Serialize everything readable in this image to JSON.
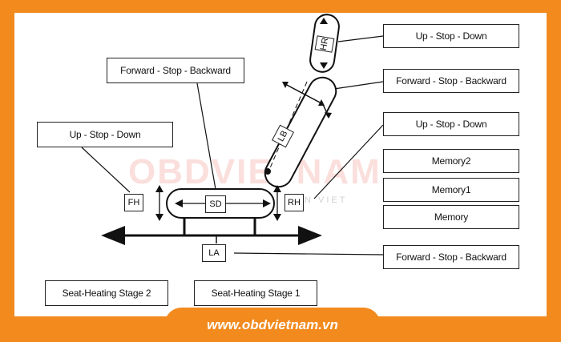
{
  "labels": {
    "hr_updown": "Up - Stop - Down",
    "backrest_fwd": "Forward - Stop - Backward",
    "rh_updown": "Up - Stop - Down",
    "memory2": "Memory2",
    "memory1": "Memory1",
    "memory": "Memory",
    "sd_fwd": "Forward - Stop - Backward",
    "fh_updown": "Up - Stop - Down",
    "la_fwd": "Forward - Stop - Backward",
    "heat2": "Seat-Heating Stage 2",
    "heat1": "Seat-Heating Stage 1"
  },
  "components": {
    "hr": "HR",
    "lb": "LB",
    "fh": "FH",
    "sd": "SD",
    "rh": "RH",
    "la": "LA"
  },
  "watermark": {
    "brand": "OBDVIETNAM",
    "sub": "N VIET"
  },
  "footer": {
    "url": "www.obdvietnam.vn"
  },
  "colors": {
    "accent_orange": "#f28a1e",
    "line": "#111111"
  }
}
